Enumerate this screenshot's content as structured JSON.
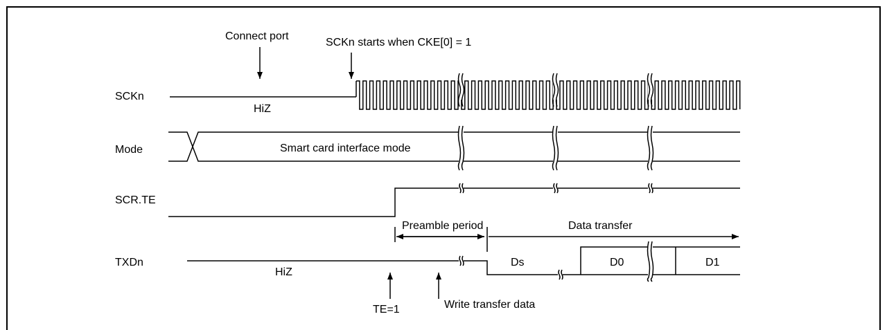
{
  "signals": {
    "sckn": "SCKn",
    "mode": "Mode",
    "scr_te": "SCR.TE",
    "txdn": "TXDn"
  },
  "annotations": {
    "connect_port": "Connect port",
    "sck_start": "SCKn starts when CKE[0] = 1",
    "sck_hiz": "HiZ",
    "mode_value": "Smart card interface mode",
    "preamble": "Preamble period",
    "data_transfer": "Data transfer",
    "txd_hiz": "HiZ",
    "te_1": "TE=1",
    "write_data": "Write transfer data"
  },
  "txd_fields": {
    "ds": "Ds",
    "d0": "D0",
    "d1": "D1"
  }
}
